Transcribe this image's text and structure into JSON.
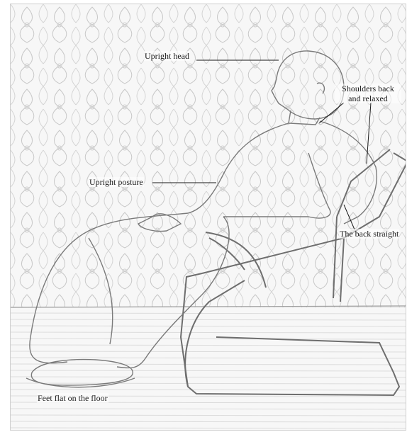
{
  "annotations": {
    "upright_head": "Upright head",
    "shoulders_line1": "Shoulders back",
    "shoulders_line2": "and relaxed",
    "upright_posture": "Upright posture",
    "back_straight": "The back straight",
    "feet_flat": "Feet flat on the floor"
  },
  "colors": {
    "line": "#1a1a1a",
    "sketch": "#7a7a7a",
    "pattern": "#c8c8c8"
  }
}
